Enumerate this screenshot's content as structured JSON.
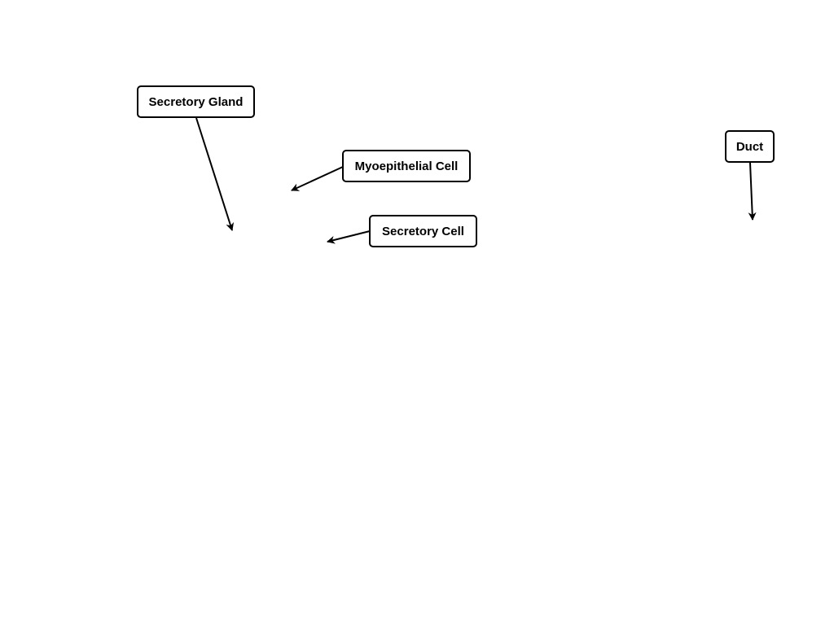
{
  "labels": {
    "secretory_gland": "Secretory Gland",
    "myoepithelial_cell": "Myoepithelial Cell",
    "secretory_cell": "Secretory Cell",
    "duct": "Duct"
  }
}
